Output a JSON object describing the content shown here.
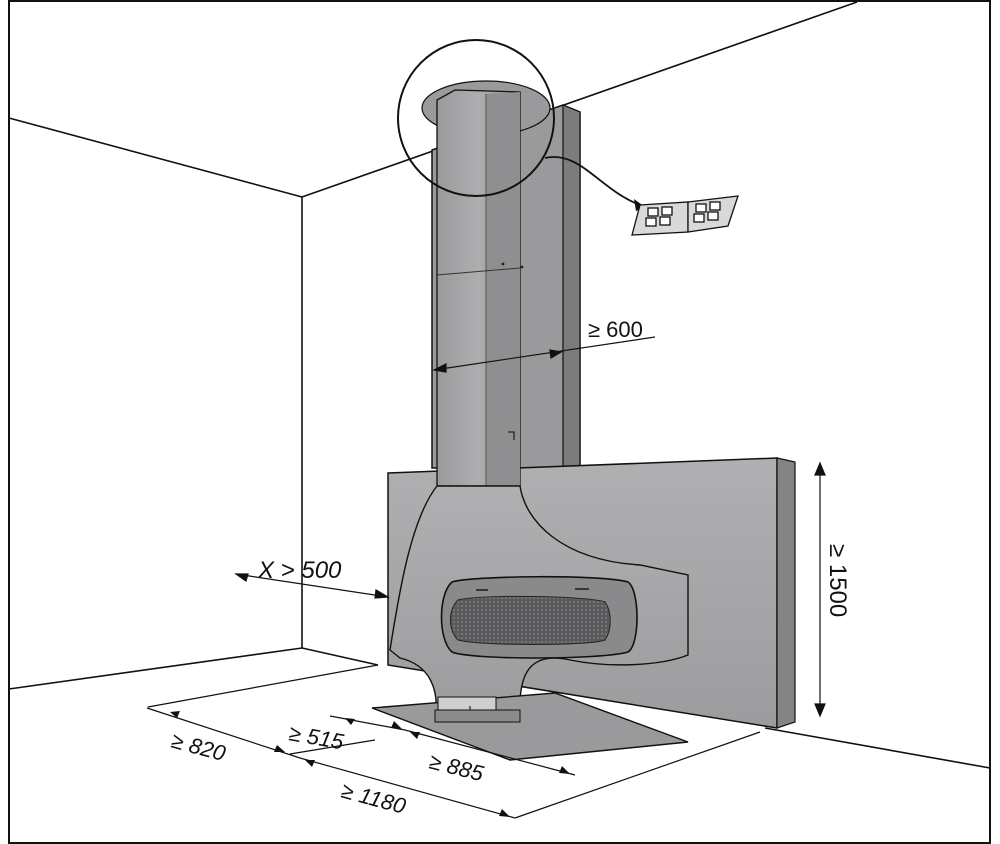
{
  "dimensions": {
    "side_clearance": "≥ 600",
    "left_wall_clearance": "X > 500",
    "height_above_floor": "≥ 1500",
    "width_min": "≥ 515",
    "depth_min": "≥ 820",
    "plate_length": "≥ 885",
    "overall_depth": "≥ 1180"
  },
  "icons": {
    "detail_reference": "manual-book-icon"
  },
  "colors": {
    "hood_body": "#a6a6a8",
    "hood_shadow": "#8b8b8d",
    "wall_panel": "#9e9ea0",
    "line": "#111111"
  }
}
